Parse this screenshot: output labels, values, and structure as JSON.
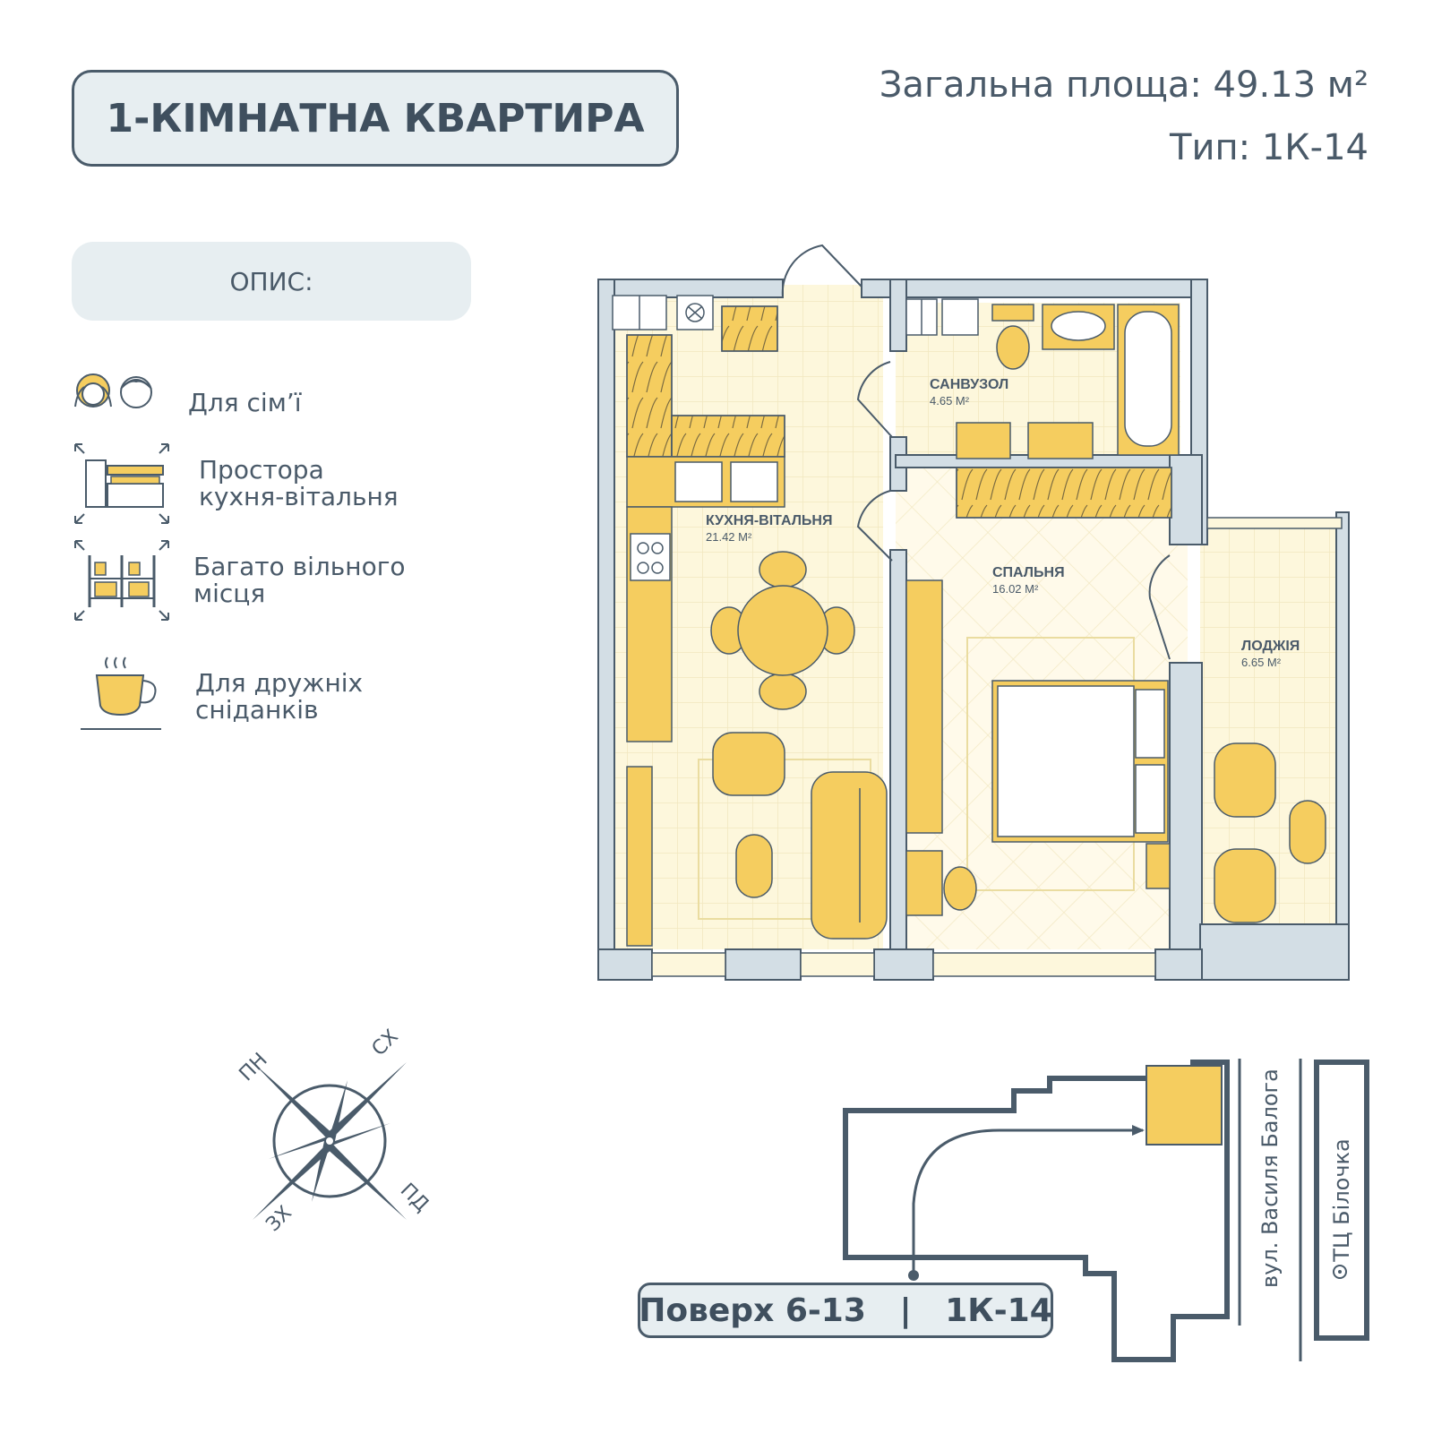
{
  "header": {
    "title": "1-КІМНАТНА КВАРТИРА",
    "total_area": "Загальна площа: 49.13 м²",
    "type": "Тип: 1К-14"
  },
  "description": {
    "heading": "ОПИС:",
    "features": [
      {
        "icon": "family-icon",
        "text": "Для сім’ї"
      },
      {
        "icon": "spacious-kitchen-icon",
        "text": "Простора\nкухня-вітальня"
      },
      {
        "icon": "free-space-icon",
        "text": "Багато вільного\nмісця"
      },
      {
        "icon": "coffee-cup-icon",
        "text": "Для дружніх\nсніданків"
      }
    ]
  },
  "rooms": {
    "kitchen": {
      "name": "КУХНЯ-ВІТАЛЬНЯ",
      "area": "21.42 М²"
    },
    "bathroom": {
      "name": "САНВУЗОЛ",
      "area": "4.65 М²"
    },
    "bedroom": {
      "name": "СПАЛЬНЯ",
      "area": "16.02 М²"
    },
    "loggia": {
      "name": "ЛОДЖІЯ",
      "area": "6.65 М²"
    }
  },
  "compass": {
    "n": "ПН",
    "ne": "СХ",
    "s": "ПД",
    "w": "ЗХ"
  },
  "site": {
    "floor_label": "Поверх 6-13   |   1К-14",
    "street": "вул. Василя Балога",
    "mall": "ТЦ Білочка"
  },
  "colors": {
    "accent": "#f5cd5f",
    "wall": "#d3dee5",
    "outline": "#4a5b6a",
    "floor": "#fdf7dc"
  }
}
